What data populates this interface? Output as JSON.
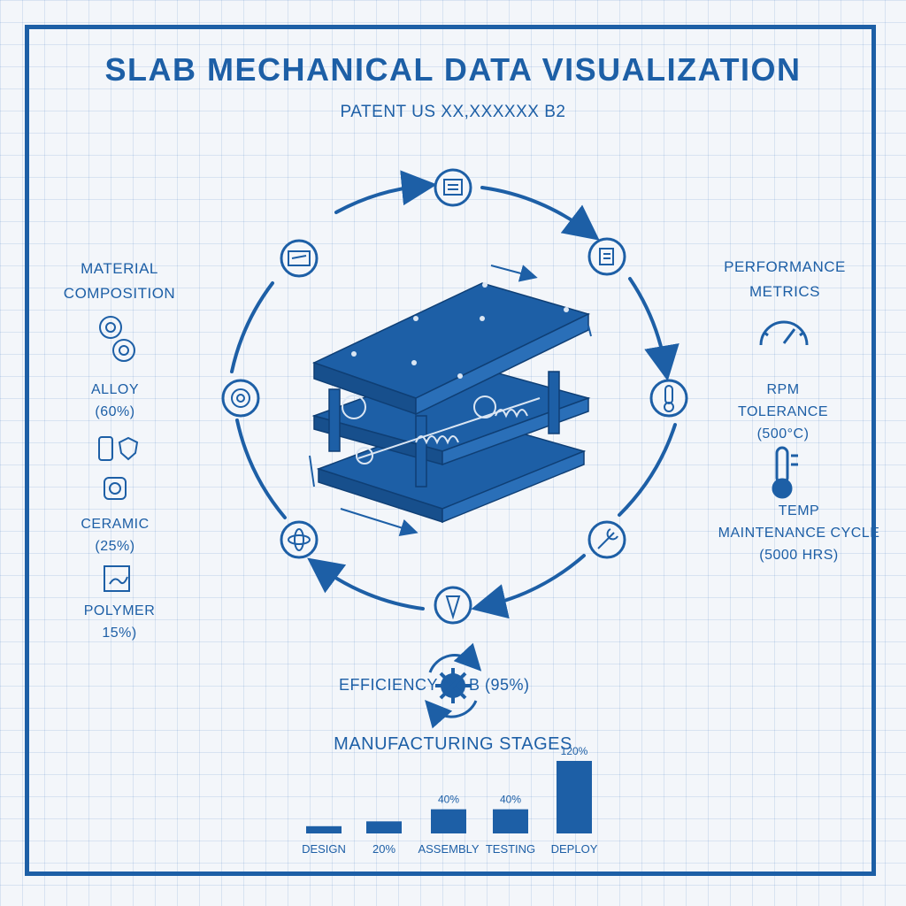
{
  "header": {
    "title": "SLAB MECHANICAL DATA VISUALIZATION",
    "subtitle": "PATENT US XX,XXXXXX B2"
  },
  "left_panel": {
    "heading_line1": "MATERIAL",
    "heading_line2": "COMPOSITION",
    "items": [
      {
        "name": "ALLOY",
        "value": "(60%)",
        "icon": "gear-icon"
      },
      {
        "name": "CERAMIC",
        "value": "(25%)",
        "icon": "shield-icon"
      },
      {
        "name": "POLYMER",
        "value": "15%)",
        "icon": "chip-icon"
      }
    ]
  },
  "right_panel": {
    "heading_line1": "PERFORMANCE",
    "heading_line2": "METRICS",
    "rpm": "RPM",
    "tolerance": "TOLERANCE",
    "tolerance_value": "(500°C)",
    "temp": "TEMP",
    "maintenance": "MAINTENANCE CYCLE",
    "maintenance_value": "(5000 HRS)",
    "icons": [
      "gauge-icon",
      "thermometer-icon"
    ]
  },
  "cycle": {
    "nodes": [
      "document-icon",
      "checklist-icon",
      "thermometer-icon",
      "wrench-icon",
      "drill-bit-icon",
      "atom-icon",
      "target-icon",
      "blueprint-icon"
    ],
    "center_image": "slab-mechanism-illustration"
  },
  "efficiency": {
    "label_left": "EFFICIENCY",
    "label_right": "B (95%)",
    "icon": "efficiency-gear-icon"
  },
  "chart_data": {
    "type": "bar",
    "title": "MANUFACTURING STAGES",
    "categories": [
      "DESIGN",
      "20%",
      "ASSEMBLY",
      "TESTING",
      "DEPLOY"
    ],
    "values": [
      12,
      20,
      40,
      40,
      120
    ],
    "value_labels": [
      "",
      "",
      "40%",
      "40%",
      "120%"
    ],
    "ylim": [
      0,
      120
    ]
  },
  "colors": {
    "blueprint": "#1d5fa6",
    "background": "#f3f6fa"
  }
}
